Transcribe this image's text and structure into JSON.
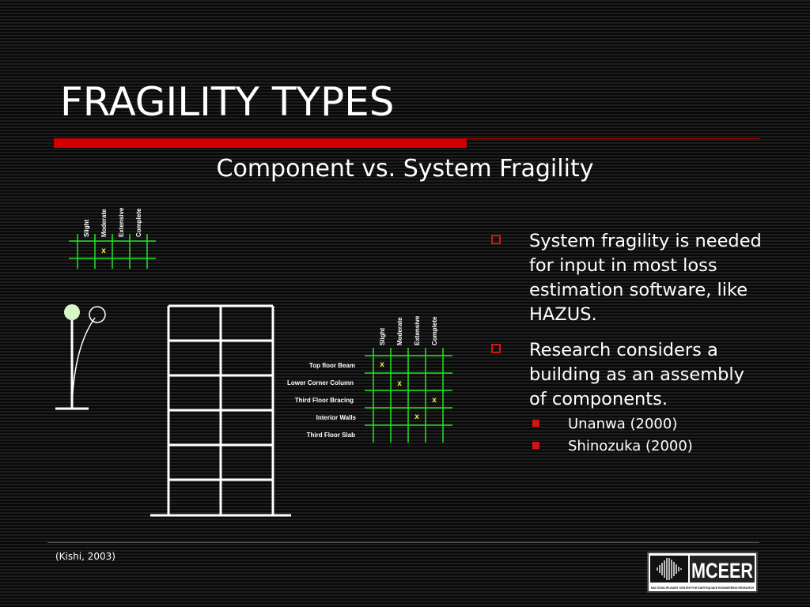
{
  "slide": {
    "title": "FRAGILITY TYPES",
    "subtitle": "Component vs. System Fragility",
    "citation": "(Kishi,  2003)",
    "logo_text": "MCEER",
    "logo_subtext": "MULTIDISCIPLINARY CENTER FOR EARTHQUAKE ENGINEERING RESEARCH"
  },
  "damage_states": [
    "Slight",
    "Moderate",
    "Extensive",
    "Complete"
  ],
  "component_grid": {
    "mark": "x",
    "mark_state": "Moderate"
  },
  "system_grid": {
    "rows": [
      {
        "label": "Top floor Beam",
        "mark": "x",
        "state": "Slight"
      },
      {
        "label": "Lower Corner Column",
        "mark": "x",
        "state": "Moderate"
      },
      {
        "label": "Third Floor Bracing",
        "mark": "x",
        "state": "Complete"
      },
      {
        "label": "Interior Walls",
        "mark": "x",
        "state": "Extensive"
      },
      {
        "label": "Third Floor Slab",
        "mark": "",
        "state": ""
      }
    ]
  },
  "bullets": [
    {
      "text": "System fragility is needed for input in most loss estimation software, like HAZUS.",
      "sub": []
    },
    {
      "text": "Research considers a building as an assembly of components.",
      "sub": [
        "Unanwa (2000)",
        "Shinozuka (2000)"
      ]
    }
  ],
  "colors": {
    "accent_red": "#d00000",
    "grid_green": "#22e622",
    "mark_yellow": "#f2f24a",
    "pale_green": "#d8f5c8"
  }
}
